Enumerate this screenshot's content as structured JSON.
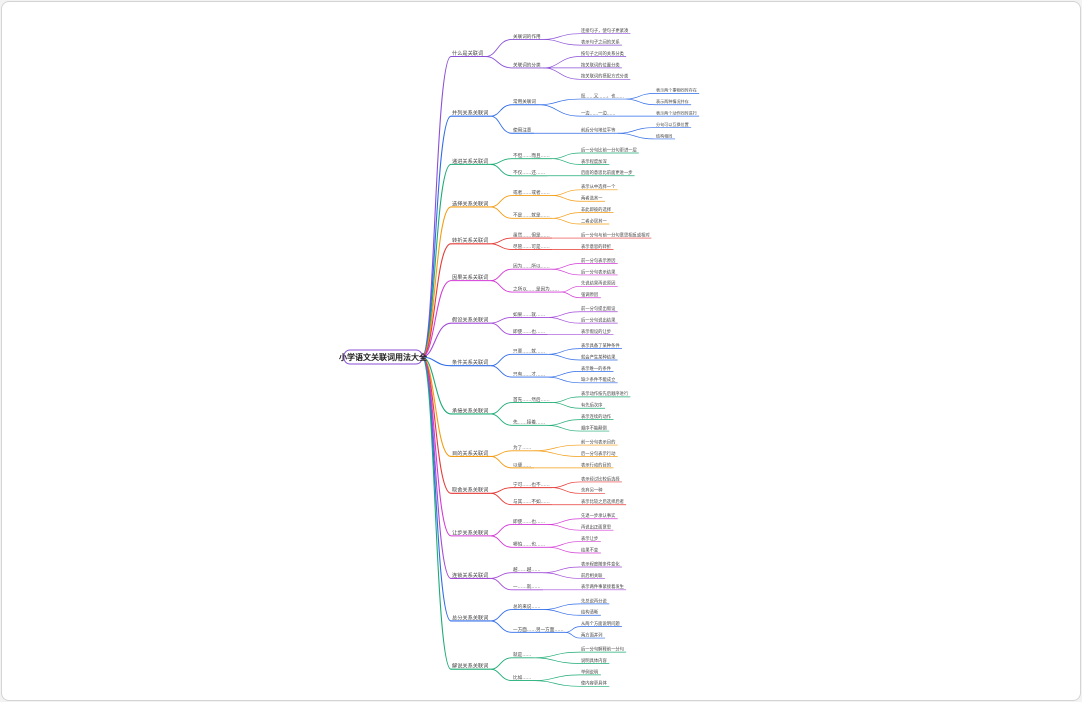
{
  "root": "小学语文关联词用法大全",
  "colors": [
    "#8a4fd6",
    "#2f6be8",
    "#1cab74",
    "#f39c12",
    "#e53935",
    "#d33ad6",
    "#a34bd8",
    "#2f6be8",
    "#1cab74",
    "#f39c12",
    "#e53935",
    "#d33ad6",
    "#a34bd8",
    "#2f6be8",
    "#1cab74"
  ],
  "categories": [
    {
      "label": "什么是关联词",
      "children": [
        {
          "label": "关联词的作用",
          "children": [
            {
              "label": "连接句子，使句子更紧凑"
            },
            {
              "label": "表示句子之间的关系"
            }
          ]
        },
        {
          "label": "关联词的分类",
          "children": [
            {
              "label": "按句子之间的关系分类"
            },
            {
              "label": "按关联词的位置分类"
            },
            {
              "label": "按关联词的搭配方式分类"
            }
          ]
        }
      ]
    },
    {
      "label": "并列关系关联词",
      "children": [
        {
          "label": "常用关联词",
          "children": [
            {
              "label": "既……又……、也……",
              "children": [
                {
                  "label": "表示两个事物同时存在"
                },
                {
                  "label": "表示两种情况并存"
                }
              ]
            },
            {
              "label": "一边……一边……",
              "children": [
                {
                  "label": "表示两个动作同时进行"
                }
              ]
            }
          ]
        },
        {
          "label": "使用注意",
          "children": [
            {
              "label": "前后分句地位平等",
              "children": [
                {
                  "label": "分句可以互换位置"
                },
                {
                  "label": "结构相同"
                }
              ]
            }
          ]
        }
      ]
    },
    {
      "label": "递进关系关联词",
      "children": [
        {
          "label": "不但……而且……",
          "children": [
            {
              "label": "后一分句比前一分句更进一层"
            },
            {
              "label": "表示程度加深"
            }
          ]
        },
        {
          "label": "不仅……还……",
          "children": [
            {
              "label": "后面的意思比前面更进一步"
            }
          ]
        }
      ]
    },
    {
      "label": "选择关系关联词",
      "children": [
        {
          "label": "或者……或者……",
          "children": [
            {
              "label": "表示从中选择一个"
            },
            {
              "label": "两者选其一"
            }
          ]
        },
        {
          "label": "不是……就是……",
          "children": [
            {
              "label": "非此即彼的选择"
            },
            {
              "label": "二者必居其一"
            }
          ]
        }
      ]
    },
    {
      "label": "转折关系关联词",
      "children": [
        {
          "label": "虽然……但是……",
          "children": [
            {
              "label": "后一分句与前一分句意思相反或相对"
            }
          ]
        },
        {
          "label": "尽管……可是……",
          "children": [
            {
              "label": "表示意思的转折"
            }
          ]
        }
      ]
    },
    {
      "label": "因果关系关联词",
      "children": [
        {
          "label": "因为……所以……",
          "children": [
            {
              "label": "前一分句表示原因"
            },
            {
              "label": "后一分句表示结果"
            }
          ]
        },
        {
          "label": "之所以……是因为……",
          "children": [
            {
              "label": "先说结果再说原因"
            },
            {
              "label": "强调原因"
            }
          ]
        }
      ]
    },
    {
      "label": "假设关系关联词",
      "children": [
        {
          "label": "如果……就……",
          "children": [
            {
              "label": "前一分句提出假设"
            },
            {
              "label": "后一分句说出结果"
            }
          ]
        },
        {
          "label": "即使……也……",
          "children": [
            {
              "label": "表示假设的让步"
            }
          ]
        }
      ]
    },
    {
      "label": "条件关系关联词",
      "children": [
        {
          "label": "只要……就……",
          "children": [
            {
              "label": "表示具备了某种条件"
            },
            {
              "label": "就会产生某种结果"
            }
          ]
        },
        {
          "label": "只有……才……",
          "children": [
            {
              "label": "表示唯一的条件"
            },
            {
              "label": "缺少条件不能成立"
            }
          ]
        }
      ]
    },
    {
      "label": "承接关系关联词",
      "children": [
        {
          "label": "首先……然后……",
          "children": [
            {
              "label": "表示动作按先后顺序进行"
            },
            {
              "label": "有先后次序"
            }
          ]
        },
        {
          "label": "先……接着……",
          "children": [
            {
              "label": "表示连续的动作"
            },
            {
              "label": "顺序不能颠倒"
            }
          ]
        }
      ]
    },
    {
      "label": "目的关系关联词",
      "children": [
        {
          "label": "为了……",
          "children": [
            {
              "label": "前一分句表示目的"
            },
            {
              "label": "后一分句表示行动"
            }
          ]
        },
        {
          "label": "以便……",
          "children": [
            {
              "label": "表示行动的目的"
            }
          ]
        }
      ]
    },
    {
      "label": "取舍关系关联词",
      "children": [
        {
          "label": "宁可……也不……",
          "children": [
            {
              "label": "表示经过比较后选择"
            },
            {
              "label": "舍弃另一种"
            }
          ]
        },
        {
          "label": "与其……不如……",
          "children": [
            {
              "label": "表示比较之后选择后者"
            }
          ]
        }
      ]
    },
    {
      "label": "让步关系关联词",
      "children": [
        {
          "label": "即使……也……",
          "children": [
            {
              "label": "先退一步承认事实"
            },
            {
              "label": "再说出正面意思"
            }
          ]
        },
        {
          "label": "哪怕……也……",
          "children": [
            {
              "label": "表示让步"
            },
            {
              "label": "结果不变"
            }
          ]
        }
      ]
    },
    {
      "label": "连锁关系关联词",
      "children": [
        {
          "label": "越……越……",
          "children": [
            {
              "label": "表示程度随条件变化"
            },
            {
              "label": "前后相关联"
            }
          ]
        },
        {
          "label": "一……就……",
          "children": [
            {
              "label": "表示两件事紧接着发生"
            }
          ]
        }
      ]
    },
    {
      "label": "总分关系关联词",
      "children": [
        {
          "label": "总的来说……",
          "children": [
            {
              "label": "先总说再分说"
            },
            {
              "label": "结构清晰"
            }
          ]
        },
        {
          "label": "一方面……另一方面……",
          "children": [
            {
              "label": "从两个方面说明问题"
            },
            {
              "label": "两方面并列"
            }
          ]
        }
      ]
    },
    {
      "label": "解说关系关联词",
      "children": [
        {
          "label": "就是……",
          "children": [
            {
              "label": "后一分句解释前一分句"
            },
            {
              "label": "说明具体内容"
            }
          ]
        },
        {
          "label": "比如……",
          "children": [
            {
              "label": "举例说明"
            },
            {
              "label": "使内容更具体"
            }
          ]
        }
      ]
    }
  ]
}
